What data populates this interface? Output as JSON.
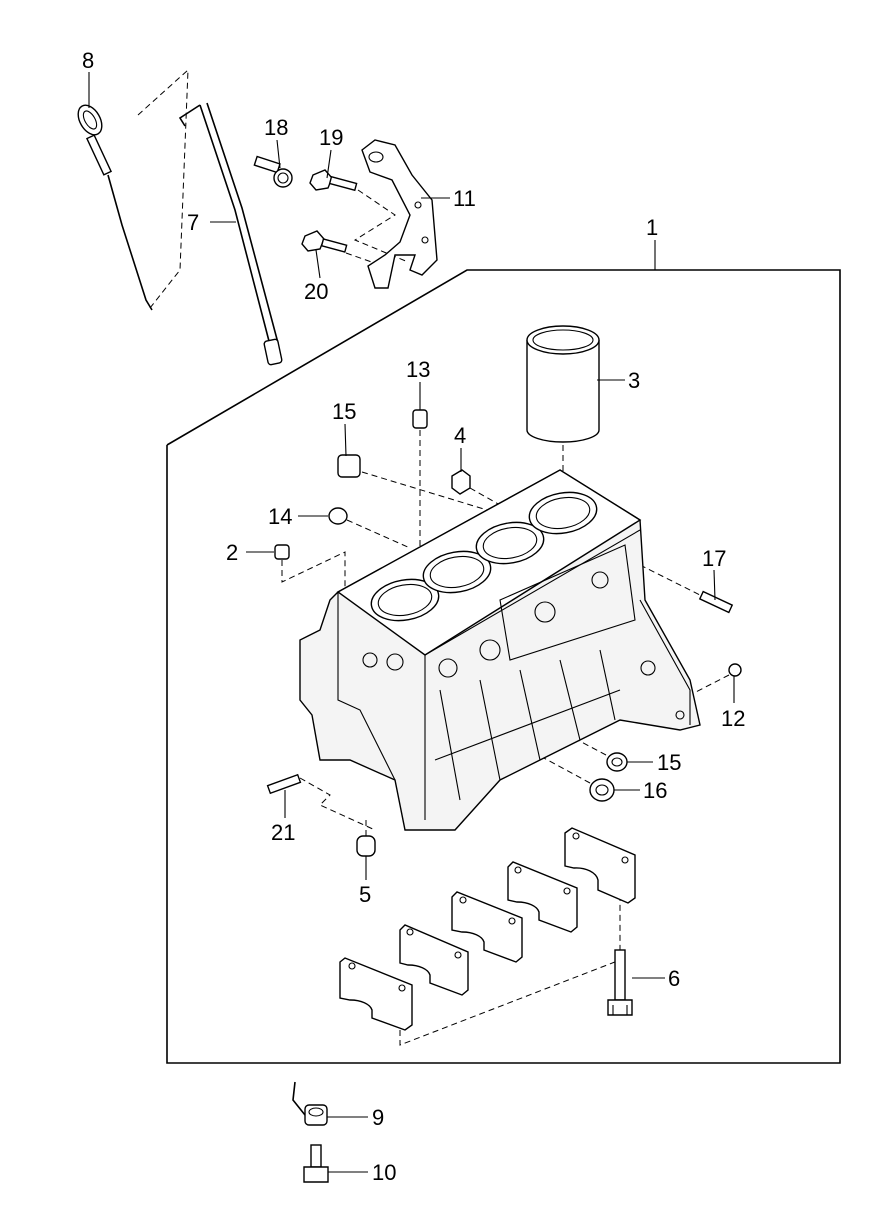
{
  "diagram": {
    "callouts": [
      "1",
      "2",
      "3",
      "4",
      "5",
      "6",
      "7",
      "8",
      "9",
      "10",
      "11",
      "12",
      "13",
      "14",
      "15",
      "15",
      "16",
      "17",
      "18",
      "19",
      "20",
      "21"
    ]
  }
}
